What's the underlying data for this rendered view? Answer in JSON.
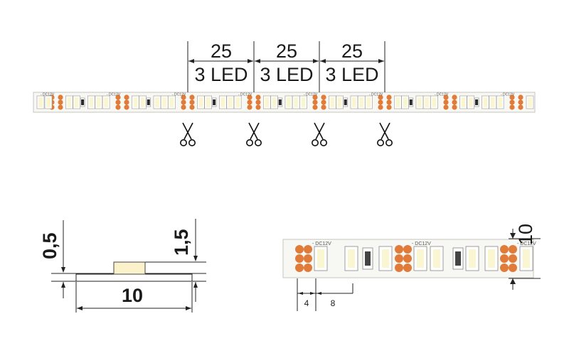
{
  "top_strip": {
    "segment_length": "25",
    "segment_led_label": "3 LED",
    "segment_count": 3,
    "cut_icon": "scissors-icon",
    "cut_mark_count": 4,
    "pcb_marking_voltage": "DC12V",
    "pcb_marking_minus": "-",
    "pcb_marking_plus": "+"
  },
  "profile": {
    "thickness_pcb": "0,5",
    "thickness_total": "1,5",
    "width": "10"
  },
  "detail": {
    "pitch_first": "4",
    "pitch_second": "8",
    "strip_width": "10",
    "pcb_marking_voltage": "DC12V",
    "pcb_marking_minus": "-",
    "pcb_marking_plus": "+"
  },
  "colors": {
    "pad": "#e07b39",
    "led_cell": "#fbf6d2",
    "resistor": "#2a2a2a",
    "pcb": "#f7f7f4",
    "pcb_outline": "#c8c6bd"
  }
}
